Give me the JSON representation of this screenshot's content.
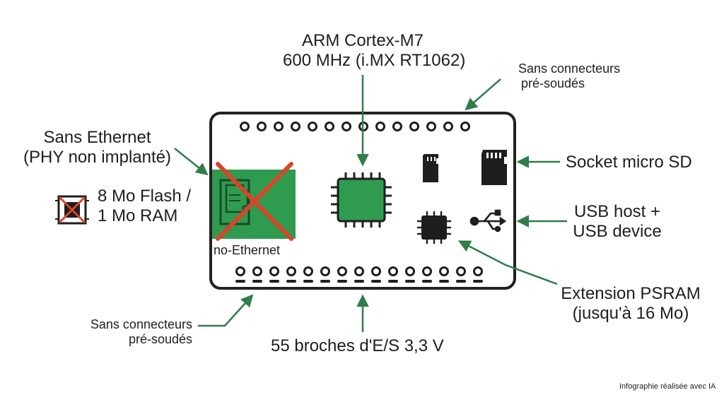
{
  "labels": {
    "cpu_line1": "ARM Cortex-M7",
    "cpu_line2": "600 MHz (i.MX RT1062)",
    "top_headers_line1": "Sans connecteurs",
    "top_headers_line2": "pré-soudés",
    "ethernet_line1": "Sans Ethernet",
    "ethernet_line2": "(PHY non implanté)",
    "flash_line1": "8 Mo Flash /",
    "flash_line2": "1 Mo RAM",
    "no_ethernet": "no-Ethernet",
    "microsd": "Socket micro SD",
    "usb_line1": "USB host +",
    "usb_line2": "USB device",
    "psram_line1": "Extension PSRAM",
    "psram_line2": "(jusqu'à 16 Mo)",
    "bottom_headers_line1": "Sans connecteurs",
    "bottom_headers_line2": "pré-soudés",
    "io_pins": "55 broches d'E/S 3,3 V",
    "credit": "Infographie réalisée avec IA"
  },
  "colors": {
    "text": "#1e1e1e",
    "board_outline": "#222222",
    "chip_green": "#2e9b4e",
    "arrow_green": "#2f7d4a",
    "cross_red": "#d9452b"
  },
  "icons": {
    "microsd_card": "microsd-icon",
    "usb_symbol": "usb-icon",
    "ethernet_jack": "ethernet-jack-icon",
    "memory_chip": "chip-icon"
  }
}
